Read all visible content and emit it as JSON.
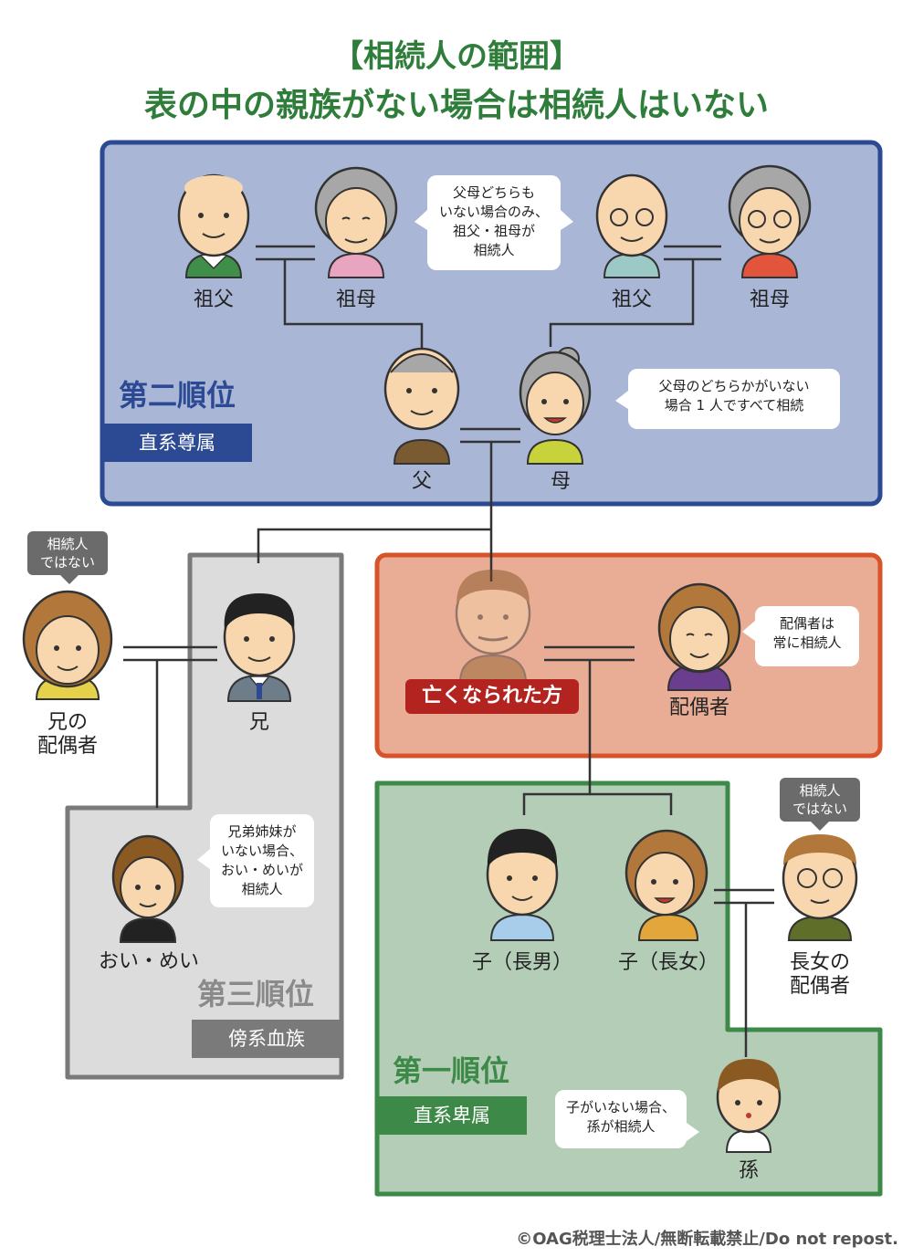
{
  "title": {
    "line1": "【相続人の範囲】",
    "line2": "表の中の親族がない場合は相続人はいない"
  },
  "sections": {
    "second": {
      "rank": "第二順位",
      "category": "直系尊属",
      "color": "#2c4a94",
      "fill": "#a9b6d6"
    },
    "third": {
      "rank": "第三順位",
      "category": "傍系血族",
      "color": "#7a7a7a",
      "fill": "#dcdcdc"
    },
    "first": {
      "rank": "第一順位",
      "category": "直系卑属",
      "color": "#3d8a48",
      "fill": "#b4cdb7"
    },
    "deceased": {
      "color": "#d7542b",
      "fill": "#e9ad96"
    }
  },
  "people": {
    "grandfather_paternal": "祖父",
    "grandmother_paternal": "祖母",
    "grandfather_maternal": "祖父",
    "grandmother_maternal": "祖母",
    "father": "父",
    "mother": "母",
    "brother": "兄",
    "brother_spouse_line1": "兄の",
    "brother_spouse_line2": "配偶者",
    "nephew_niece": "おい・めい",
    "deceased": "亡くなられた方",
    "spouse": "配偶者",
    "son": "子（長男）",
    "daughter": "子（長女）",
    "daughter_spouse_line1": "長女の",
    "daughter_spouse_line2": "配偶者",
    "grandchild": "孫"
  },
  "bubbles": {
    "grandparents": [
      "父母どちらも",
      "いない場合のみ、",
      "祖父・祖母が",
      "相続人"
    ],
    "parents": [
      "父母のどちらかがいない",
      "場合 1 人ですべて相続"
    ],
    "spouse": [
      "配偶者は",
      "常に相続人"
    ],
    "siblings": [
      "兄弟姉妹が",
      "いない場合、",
      "おい・めいが",
      "相続人"
    ],
    "grandchild": [
      "子がいない場合、",
      "孫が相続人"
    ],
    "not_heir_1": [
      "相続人",
      "ではない"
    ],
    "not_heir_2": [
      "相続人",
      "ではない"
    ]
  },
  "copyright": "©OAG税理士法人/無断転載禁止/Do not repost."
}
